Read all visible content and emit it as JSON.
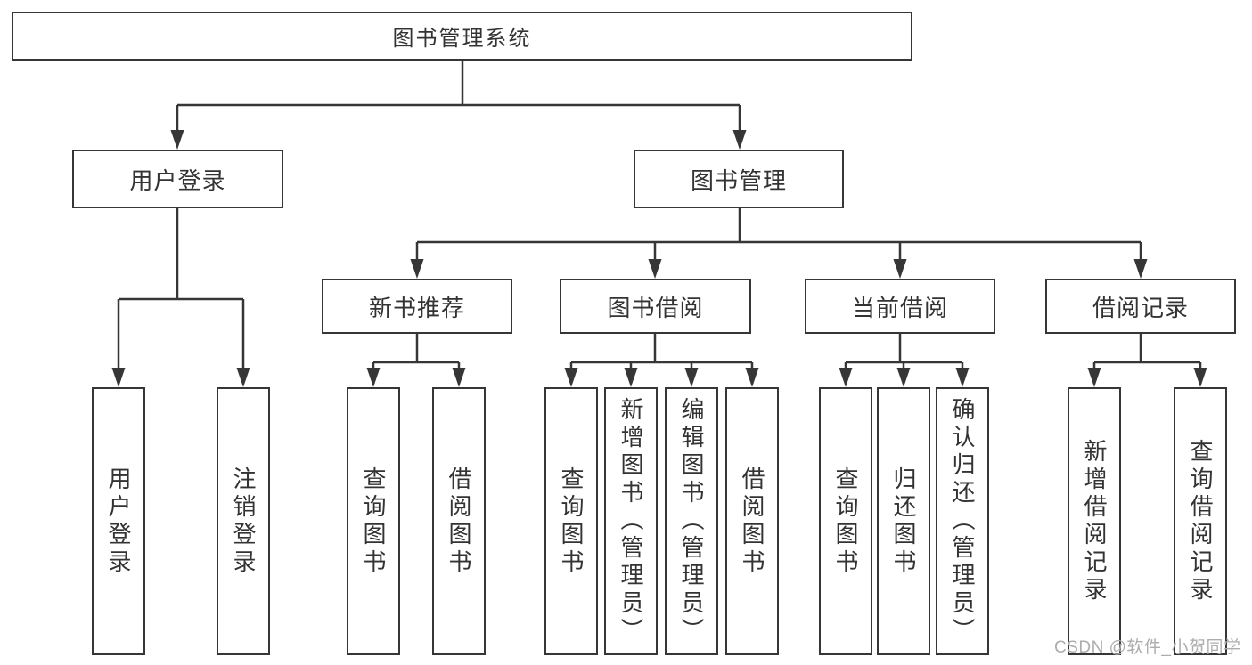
{
  "nodes": {
    "root": "图书管理系统",
    "user_login": "用户登录",
    "book_management": "图书管理",
    "new_book_recommend": "新书推荐",
    "book_borrowing": "图书借阅",
    "current_borrowing": "当前借阅",
    "borrowing_records": "借阅记录",
    "leaf_user_login": "用户登录",
    "leaf_logout_login": "注销登录",
    "leaf_nb_query_books": "查询图书",
    "leaf_nb_borrow_books": "借阅图书",
    "leaf_bb_query_books": "查询图书",
    "leaf_bb_add_books_admin": "新增图书（管理员）",
    "leaf_bb_edit_books_admin": "编辑图书（管理员）",
    "leaf_bb_borrow_books": "借阅图书",
    "leaf_cb_query_books": "查询图书",
    "leaf_cb_return_books": "归还图书",
    "leaf_cb_confirm_return_admin": "确认归还（管理员）",
    "leaf_br_add_record": "新增借阅记录",
    "leaf_br_query_record": "查询借阅记录"
  },
  "watermark": "CSDN @软件_小贺同学",
  "colors": {
    "line": "#363636",
    "text": "#333333",
    "watermark": "#adadad",
    "background": "#ffffff"
  }
}
